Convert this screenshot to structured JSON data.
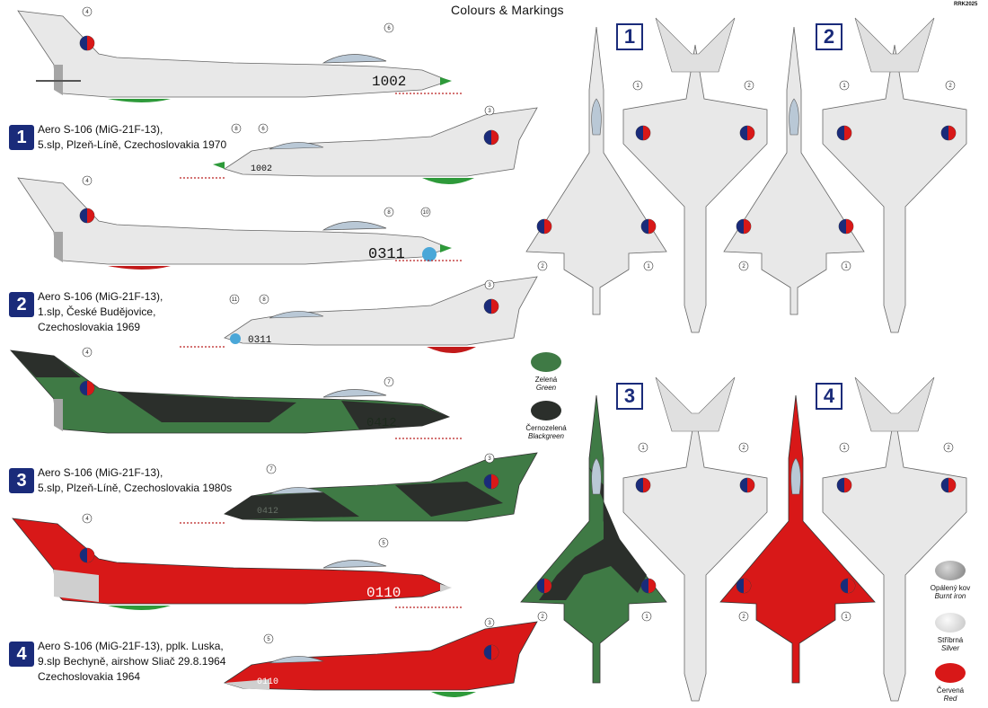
{
  "header": {
    "title": "Colours & Markings",
    "code": "RRK2025"
  },
  "variants": [
    {
      "num": "1",
      "line1": "Aero S-106 (MiG-21F-13),",
      "line2": "5.slp, Plzeň-Líně, Czechoslovakia 1970",
      "line3": "",
      "serial": "1002",
      "scheme": "silver"
    },
    {
      "num": "2",
      "line1": "Aero S-106 (MiG-21F-13),",
      "line2": "1.slp, České Budějovice,",
      "line3": "Czechoslovakia 1969",
      "serial": "0311",
      "scheme": "silver"
    },
    {
      "num": "3",
      "line1": "Aero S-106 (MiG-21F-13),",
      "line2": "5.slp, Plzeň-Líně, Czechoslovakia 1980s",
      "line3": "",
      "serial": "0412",
      "scheme": "camo"
    },
    {
      "num": "4",
      "line1": "Aero S-106 (MiG-21F-13), pplk. Luska,",
      "line2": "9.slp Bechyně, airshow Sliač 29.8.1964",
      "line3": "Czechoslovakia 1964",
      "serial": "0110",
      "scheme": "red"
    }
  ],
  "plan_numbers": [
    "1",
    "2",
    "3",
    "4"
  ],
  "callouts": {
    "v1": [
      "4",
      "6",
      "8",
      "6",
      "3"
    ],
    "v2": [
      "4",
      "8",
      "10",
      "11",
      "8",
      "3"
    ],
    "v3": [
      "4",
      "7",
      "7",
      "3"
    ],
    "v4": [
      "4",
      "5",
      "5",
      "3"
    ],
    "plan": [
      "1",
      "2",
      "2",
      "1"
    ]
  },
  "swatches": [
    {
      "cz": "Zelená",
      "en": "Green",
      "color": "#3f7a45"
    },
    {
      "cz": "Černozelená",
      "en": "Blackgreen",
      "color": "#2b2f2b"
    },
    {
      "cz": "Opálený kov",
      "en": "Burnt iron",
      "color": "#9a9a9a"
    },
    {
      "cz": "Stříbrná",
      "en": "Silver",
      "color": "#dcdcdc"
    },
    {
      "cz": "Červená",
      "en": "Red",
      "color": "#d81818"
    }
  ],
  "colors": {
    "navy": "#1a2b7a",
    "silver": "#e4e4e4",
    "green": "#3f7a45",
    "blackgreen": "#2b2f2b",
    "red": "#d81818"
  }
}
